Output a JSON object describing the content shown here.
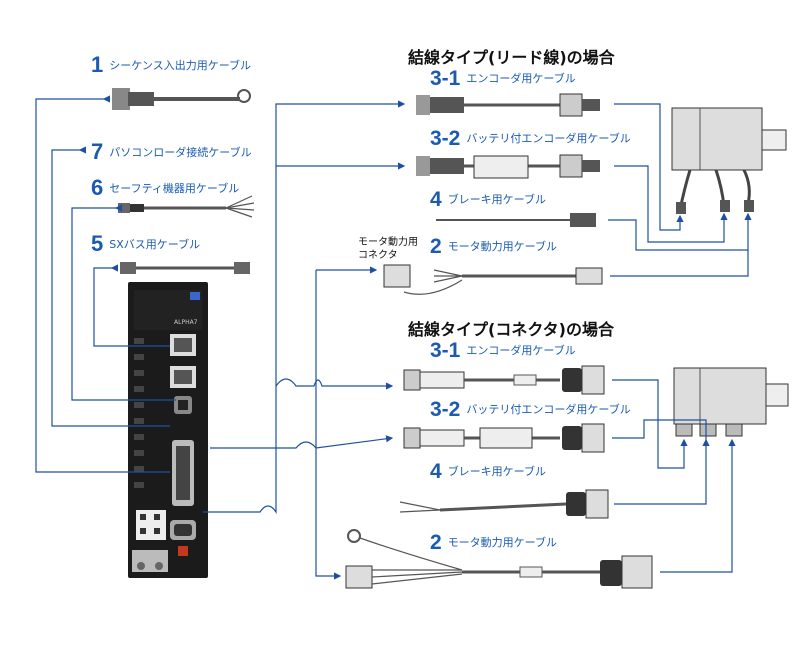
{
  "headings": {
    "lead": "結線タイプ(リード線)の場合",
    "connector": "結線タイプ(コネクタ)の場合"
  },
  "left_cables": [
    {
      "num": "1",
      "text": "シーケンス入出力用ケーブル"
    },
    {
      "num": "7",
      "text": "パソコンローダ接続ケーブル"
    },
    {
      "num": "6",
      "text": "セーフティ機器用ケーブル"
    },
    {
      "num": "5",
      "text": "SXバス用ケーブル"
    }
  ],
  "lead_cables": [
    {
      "num": "3-1",
      "text": "エンコーダ用ケーブル"
    },
    {
      "num": "3-2",
      "text": "バッテリ付エンコーダ用ケーブル"
    },
    {
      "num": "4",
      "text": "ブレーキ用ケーブル"
    },
    {
      "num": "2",
      "text": "モータ動力用ケーブル"
    }
  ],
  "connector_cables": [
    {
      "num": "3-1",
      "text": "エンコーダ用ケーブル"
    },
    {
      "num": "3-2",
      "text": "バッテリ付エンコーダ用ケーブル"
    },
    {
      "num": "4",
      "text": "ブレーキ用ケーブル"
    },
    {
      "num": "2",
      "text": "モータ動力用ケーブル"
    }
  ],
  "motor_connector_label": {
    "line1": "モータ動力用",
    "line2": "コネクタ"
  },
  "amp": {
    "model": "ALPHA7"
  },
  "colors": {
    "accent": "#1a5bb0",
    "wire": "#1f4fa3",
    "device": "#1b1b1b"
  }
}
